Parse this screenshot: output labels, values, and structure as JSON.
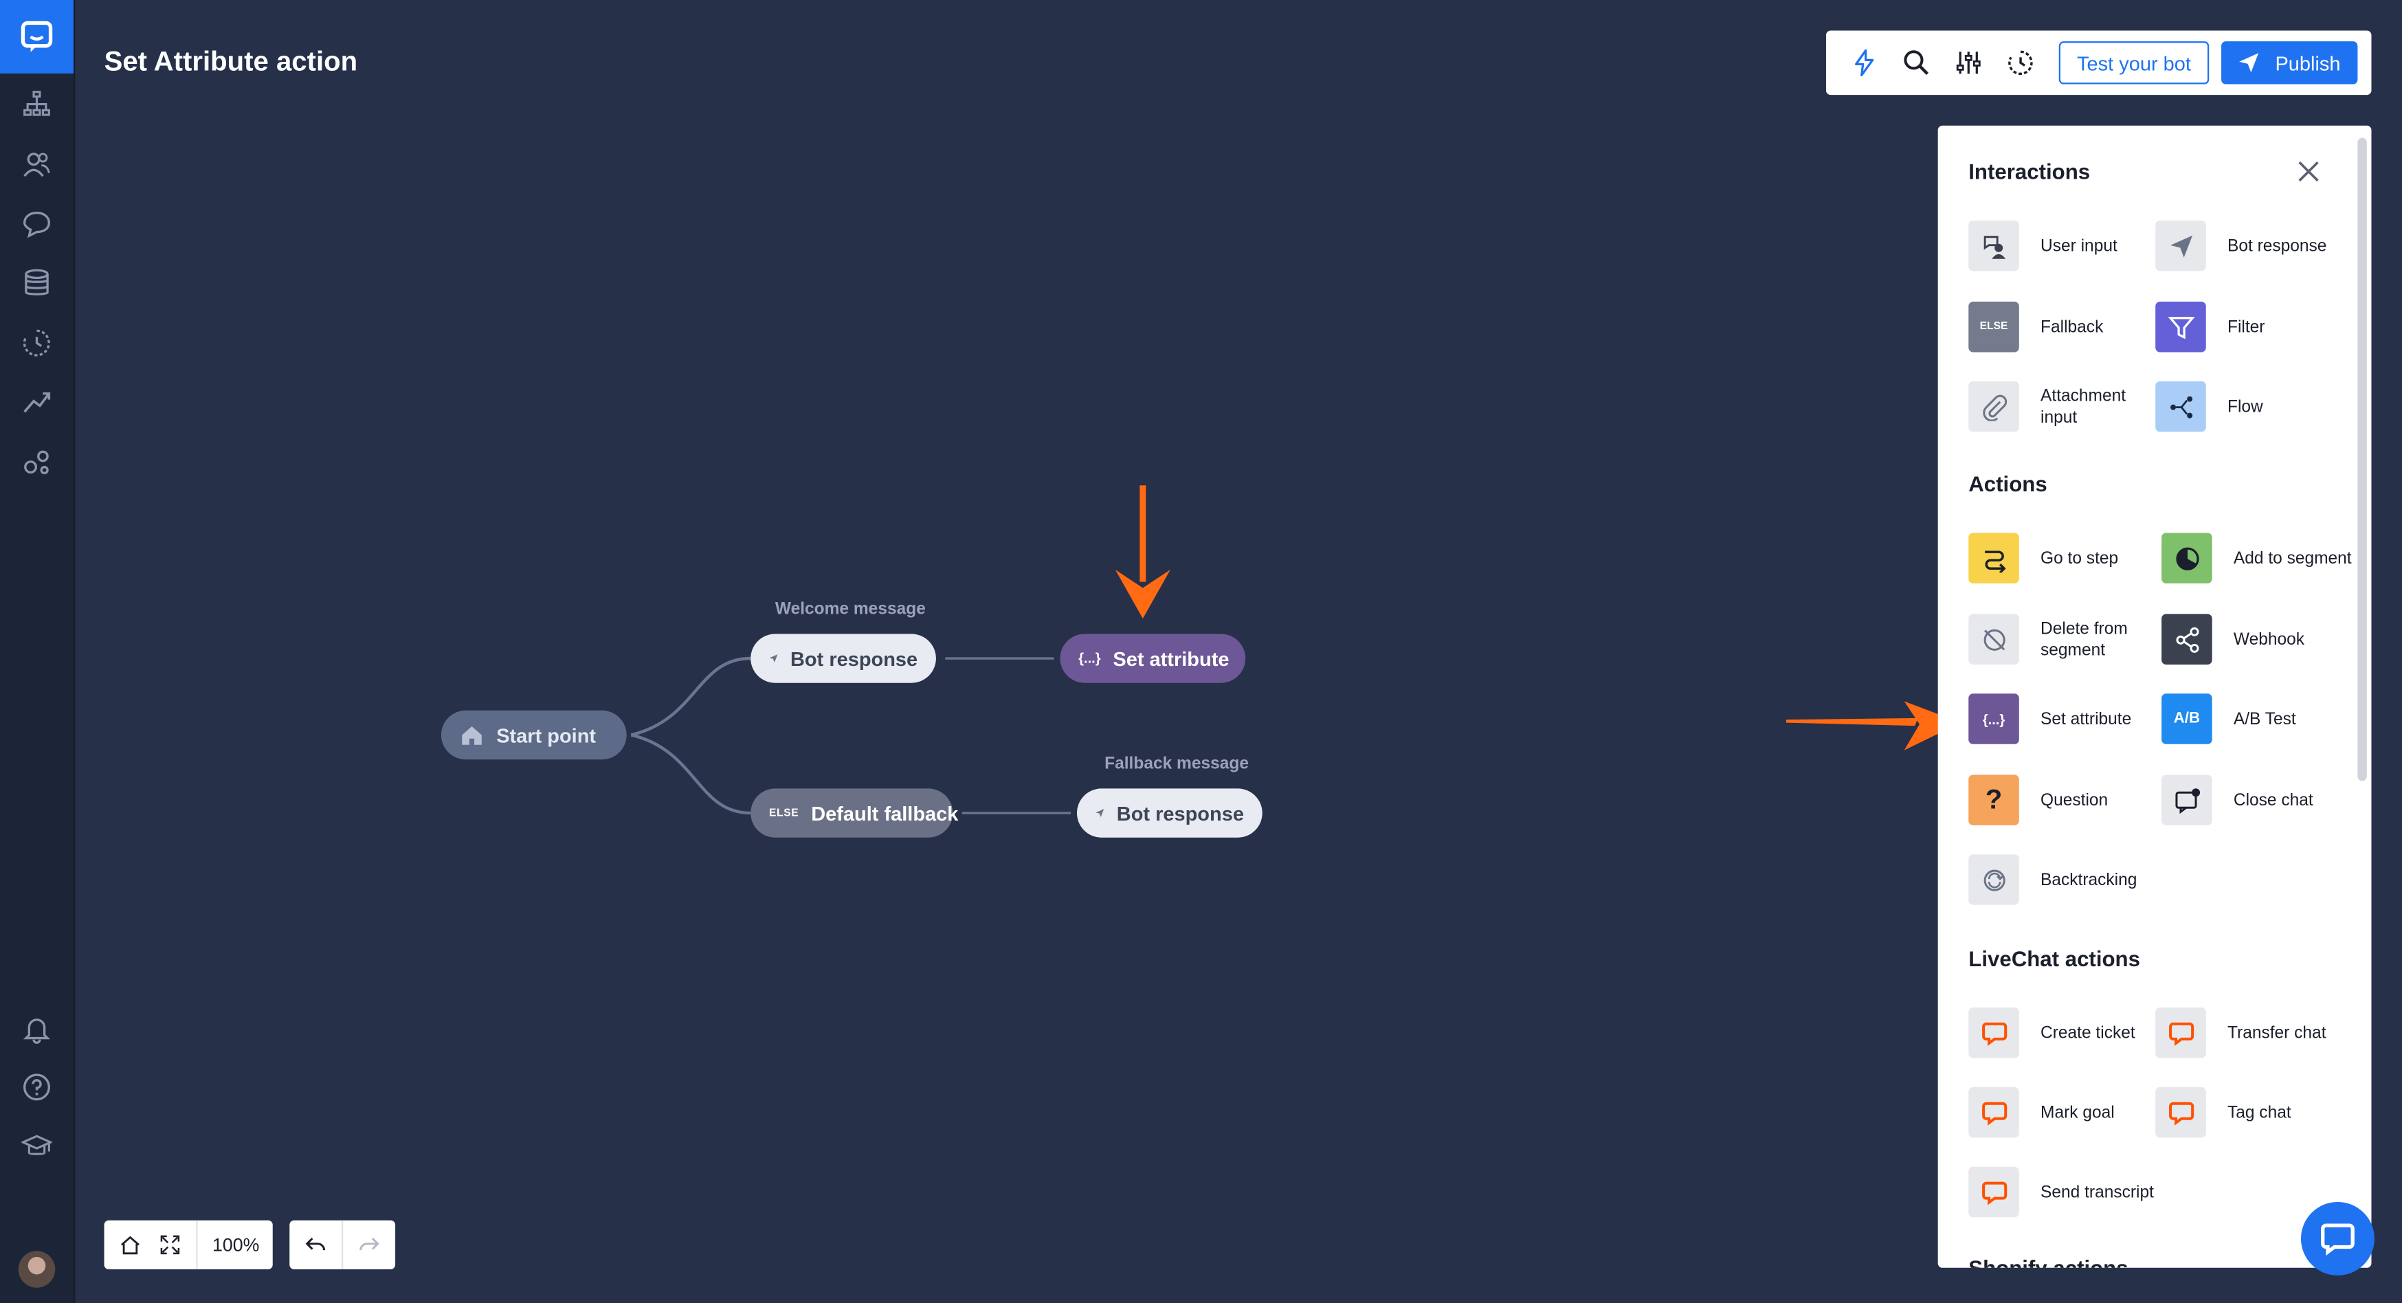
{
  "page": {
    "title": "Set Attribute action"
  },
  "toolbar": {
    "test_label": "Test your bot",
    "publish_label": "Publish"
  },
  "canvas": {
    "start_label": "Start point",
    "welcome_caption": "Welcome message",
    "bot_response_1": "Bot response",
    "set_attribute": "Set attribute",
    "set_attribute_tag": "{...}",
    "else_tag": "ELSE",
    "default_fallback": "Default fallback",
    "fallback_caption": "Fallback message",
    "bot_response_2": "Bot response"
  },
  "panel": {
    "interactions_title": "Interactions",
    "interactions": [
      {
        "label": "User input",
        "icon": "user-input-icon"
      },
      {
        "label": "Bot response",
        "icon": "paper-plane-icon"
      },
      {
        "label": "Fallback",
        "icon": "else-icon"
      },
      {
        "label": "Filter",
        "icon": "filter-icon"
      },
      {
        "label": "Attachment input",
        "icon": "paperclip-icon"
      },
      {
        "label": "Flow",
        "icon": "flow-icon"
      }
    ],
    "actions_title": "Actions",
    "actions": [
      {
        "label": "Go to step",
        "icon": "go-to-step-icon"
      },
      {
        "label": "Add to segment",
        "icon": "pie-chart-icon"
      },
      {
        "label": "Delete from segment",
        "icon": "delete-segment-icon"
      },
      {
        "label": "Webhook",
        "icon": "share-icon"
      },
      {
        "label": "Set attribute",
        "icon": "braces-icon"
      },
      {
        "label": "A/B Test",
        "icon": "ab-test-icon"
      },
      {
        "label": "Question",
        "icon": "question-icon"
      },
      {
        "label": "Close chat",
        "icon": "close-chat-icon"
      },
      {
        "label": "Backtracking",
        "icon": "backtracking-icon"
      }
    ],
    "livechat_title": "LiveChat actions",
    "livechat": [
      {
        "label": "Create ticket",
        "icon": "livechat-icon"
      },
      {
        "label": "Transfer chat",
        "icon": "livechat-icon"
      },
      {
        "label": "Mark goal",
        "icon": "livechat-icon"
      },
      {
        "label": "Tag chat",
        "icon": "livechat-icon"
      },
      {
        "label": "Send transcript",
        "icon": "livechat-icon"
      }
    ],
    "next_title": "Shopify actions",
    "else_icon_text": "ELSE",
    "braces_icon_text": "{...}",
    "ab_icon_text": "A/B",
    "question_icon_text": "?"
  },
  "controls": {
    "zoom": "100%"
  },
  "colors": {
    "accent": "#1f72f0",
    "canvas": "#263049",
    "set_attribute": "#6e5796",
    "arrow": "#ff6a13"
  }
}
